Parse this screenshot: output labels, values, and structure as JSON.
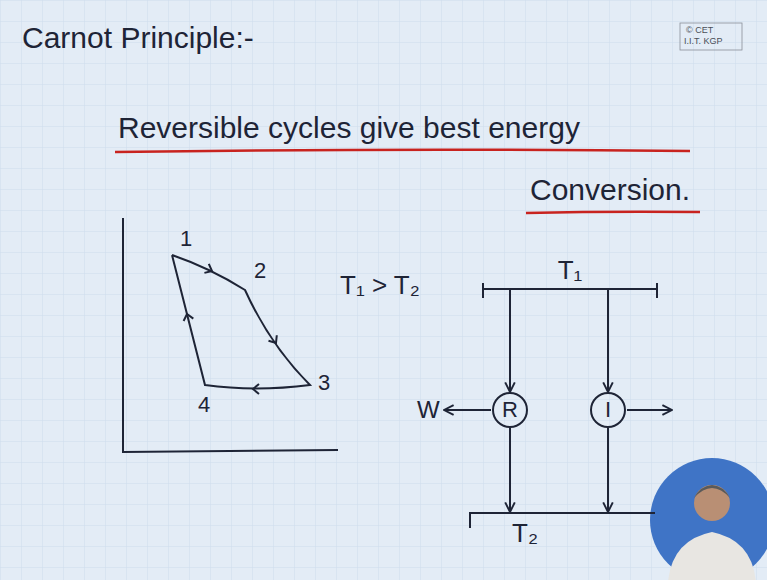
{
  "diagram": {
    "title": "Carnot Principle:-",
    "nodes": [
      {
        "text": [
          "T₁"
        ]
      },
      {
        "text": [
          "R"
        ]
      },
      {
        "text": [
          "I"
        ]
      },
      {
        "text": [
          "T₂"
        ]
      }
    ],
    "edges": [
      {
        "from": 0,
        "to": 1,
        "arrow": "to"
      },
      {
        "from": 0,
        "to": 2,
        "arrow": "to"
      },
      {
        "from": 1,
        "to": 3,
        "arrow": "to"
      },
      {
        "from": 2,
        "to": 3,
        "arrow": "to"
      }
    ],
    "labels": [
      "© CET",
      "I.I.T. KGP",
      "Reversible cycles give best energy",
      "Conversion.",
      "1",
      "2",
      "3",
      "4",
      "T₁ > T₂",
      "W"
    ]
  }
}
